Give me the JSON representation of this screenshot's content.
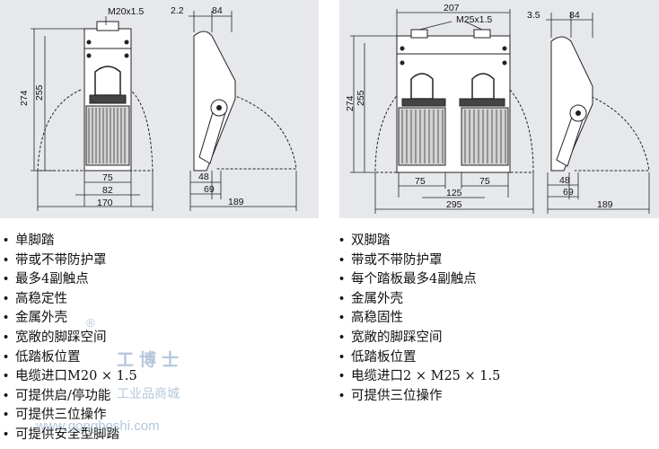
{
  "single": {
    "front": {
      "thread": "M20x1.5",
      "d274": "274",
      "d255": "255",
      "d75": "75",
      "d82": "82",
      "d170": "170"
    },
    "side": {
      "d22": "2.2",
      "d84": "84",
      "d48": "48",
      "d69": "69",
      "d189": "189"
    },
    "features": [
      "单脚踏",
      "带或不带防护罩",
      "最多4副触点",
      "高稳定性",
      "金属外壳",
      "宽敞的脚踩空间",
      "低踏板位置",
      "电缆进口M20 × 1.5",
      "可提供启/停功能",
      "可提供三位操作",
      "可提供安全型脚踏"
    ]
  },
  "double": {
    "front": {
      "d207": "207",
      "thread": "M25x1.5",
      "d274": "274",
      "d255": "255",
      "d75a": "75",
      "d75b": "75",
      "d125": "125",
      "d295": "295"
    },
    "side": {
      "d35": "3.5",
      "d84": "84",
      "d48": "48",
      "d69": "69",
      "d189": "189"
    },
    "features": [
      "双脚踏",
      "带或不带防护罩",
      "每个踏板最多4副触点",
      "金属外壳",
      "高稳固性",
      "宽敞的脚踩空间",
      "低踏板位置",
      "电缆进口2 × M25 × 1.5",
      "可提供三位操作"
    ]
  },
  "watermark": {
    "registered": "®",
    "brand": "工博士",
    "tagline": "工业品商城",
    "url": "www.gongboshi.com"
  },
  "colors": {
    "panel_bg": "#e6e8ec",
    "line": "#222222",
    "watermark": "#9bb4cf"
  }
}
